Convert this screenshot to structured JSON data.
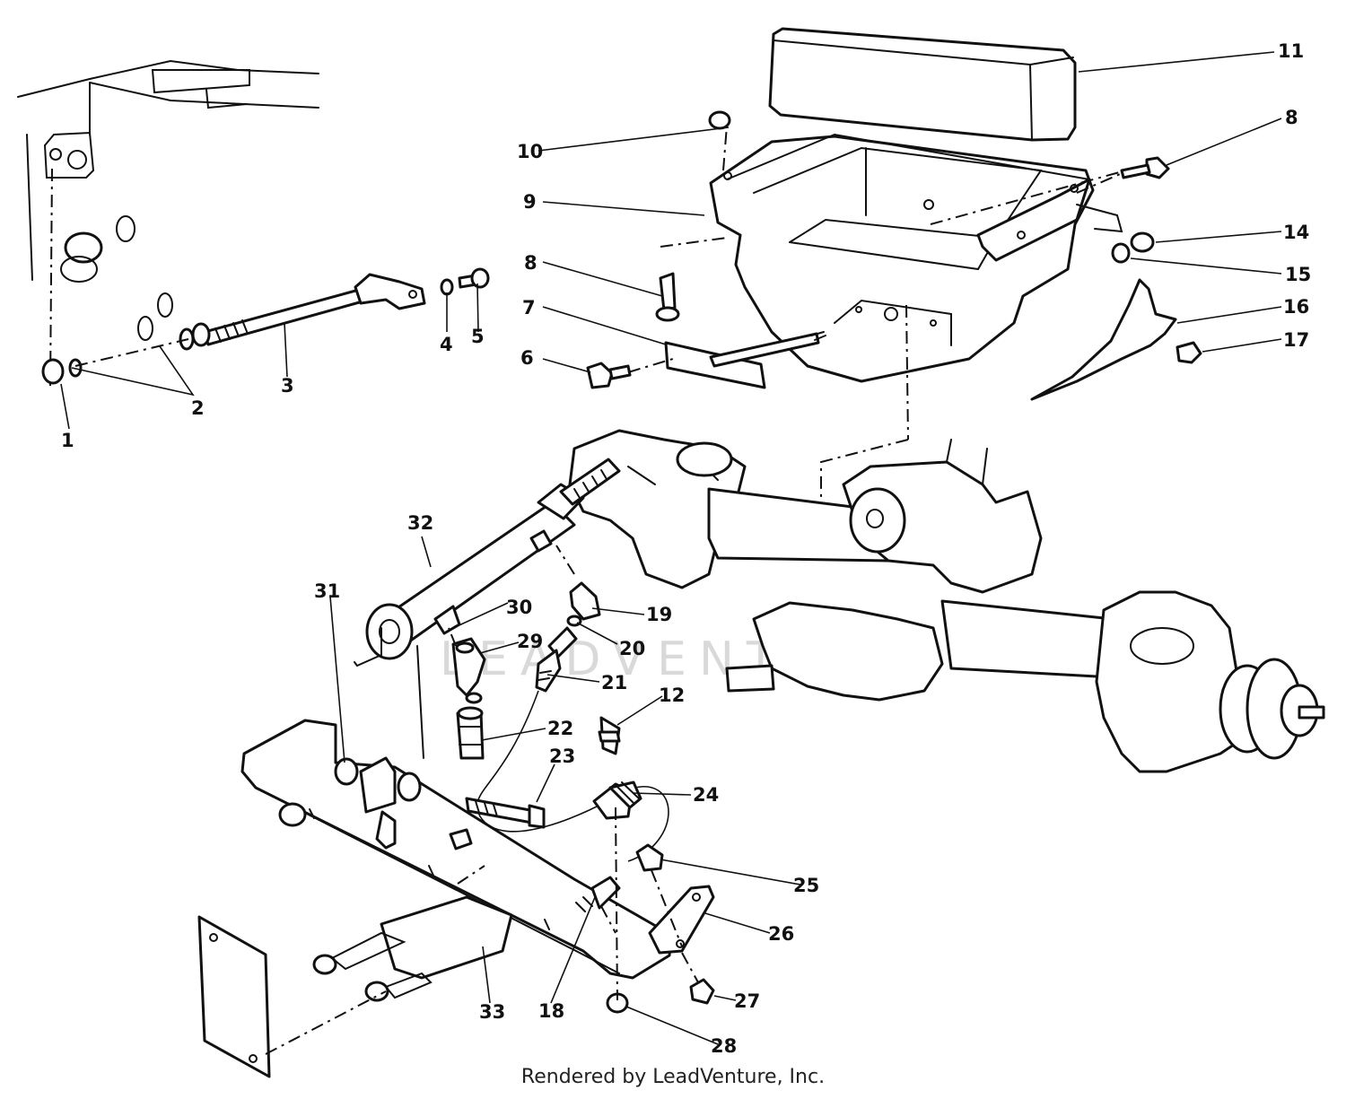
{
  "footer": "Rendered by LeadVenture, Inc.",
  "watermark": "LEADVENTURE",
  "callouts": [
    "1",
    "2",
    "3",
    "4",
    "5",
    "6",
    "7",
    "8",
    "8",
    "9",
    "10",
    "11",
    "12",
    "14",
    "15",
    "16",
    "17",
    "18",
    "19",
    "20",
    "21",
    "22",
    "23",
    "24",
    "25",
    "26",
    "27",
    "28",
    "29",
    "30",
    "31",
    "32",
    "33"
  ]
}
